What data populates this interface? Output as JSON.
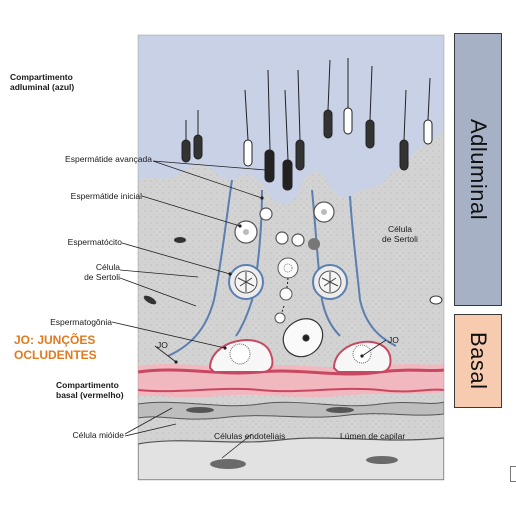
{
  "labels": {
    "adluminal_compartment": "Compartimento\nadluminal (azul)",
    "late_spermatid": "Espermátide avançada",
    "early_spermatid": "Espermátide inicial",
    "spermatocyte": "Espermatócito",
    "sertoli_cell_left": "Célula\nde Sertoli",
    "sertoli_cell_right": "Célula\nde Sertoli",
    "spermatogonium": "Espermatogônia",
    "jo_left": "JO",
    "jo_right": "JO",
    "basal_compartment": "Compartimento\nbasal (vermelho)",
    "myoid_cell": "Célula mióide",
    "endothelial_cells": "Células endoteliais",
    "capillary_lumen": "Lúmen de capilar"
  },
  "annotation": {
    "tight_junctions": "JO: JUNÇÕES\nOCLUDENTES"
  },
  "side_boxes": {
    "adluminal": "Adluminal",
    "basal": "Basal"
  },
  "colors": {
    "adluminal_box": "#a7b1c5",
    "basal_box": "#f6cbb0",
    "annotation_orange": "#e07a1f",
    "blue_membrane": "#5a7fb0",
    "red_basal": "#d9667a",
    "lumen": "#c9d2e6",
    "cytoplasm": "#d2d2d2"
  }
}
